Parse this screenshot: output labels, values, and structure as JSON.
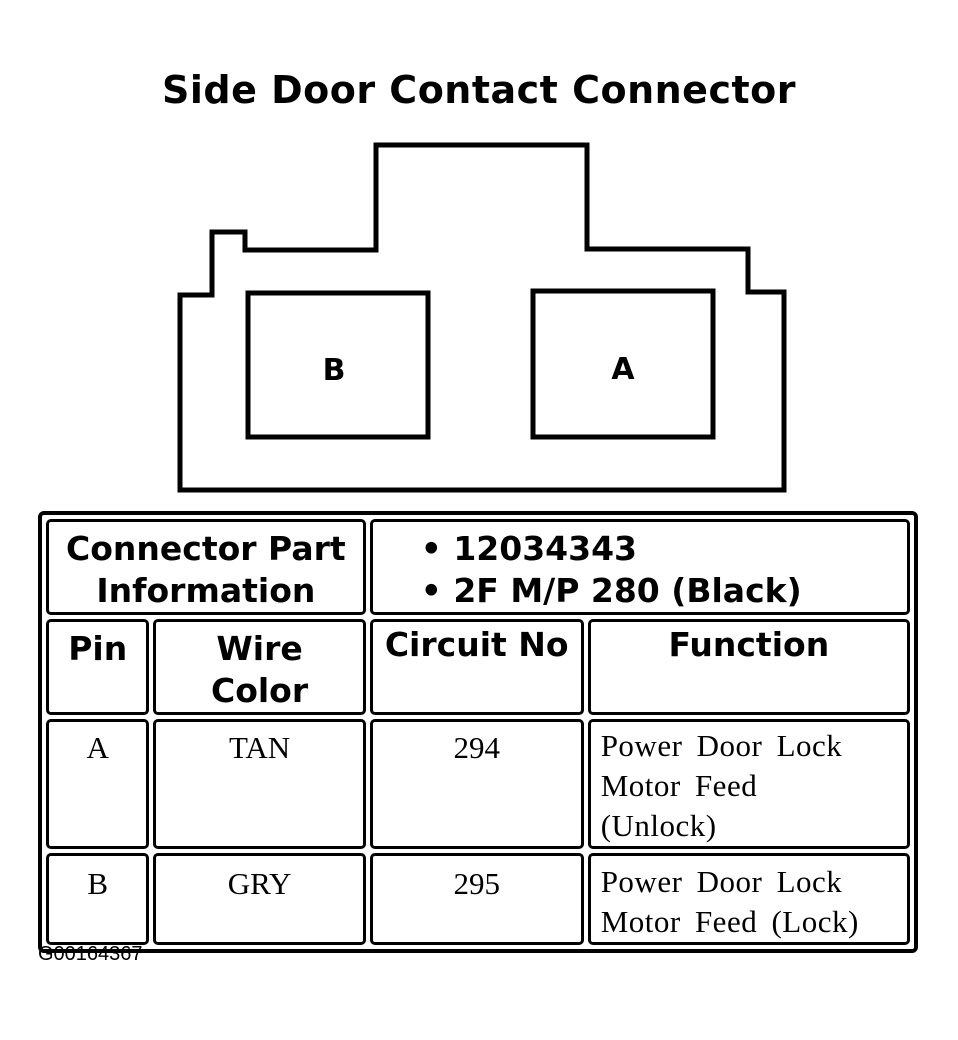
{
  "title": "Side Door Contact Connector",
  "connector": {
    "cavity_left": "B",
    "cavity_right": "A"
  },
  "part_info": {
    "label_line1": "Connector Part",
    "label_line2": "Information",
    "items": [
      "12034343",
      "2F M/P 280 (Black)"
    ]
  },
  "columns": {
    "pin": "Pin",
    "wire_color_line1": "Wire",
    "wire_color_line2": "Color",
    "circuit_no": "Circuit No",
    "function": "Function"
  },
  "rows": [
    {
      "pin": "A",
      "wire_color": "TAN",
      "circuit_no": "294",
      "function_lines": [
        "Power Door Lock",
        "Motor Feed",
        "(Unlock)"
      ]
    },
    {
      "pin": "B",
      "wire_color": "GRY",
      "circuit_no": "295",
      "function_lines": [
        "Power Door Lock",
        "Motor Feed (Lock)"
      ]
    }
  ],
  "figure_id": "G00164367"
}
